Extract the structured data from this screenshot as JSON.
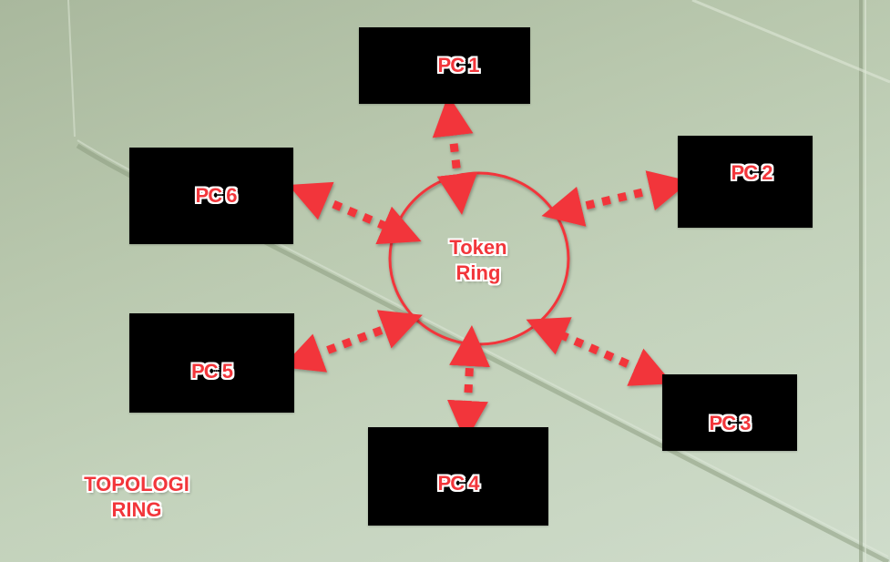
{
  "diagram": {
    "title_line1": "TOPOLOGI",
    "title_line2": "RING",
    "ring": {
      "label_line1": "Token",
      "label_line2": "Ring",
      "color": "#f2363b"
    },
    "nodes": [
      {
        "id": "pc1",
        "label": "PC 1"
      },
      {
        "id": "pc2",
        "label": "PC 2"
      },
      {
        "id": "pc3",
        "label": "PC 3"
      },
      {
        "id": "pc4",
        "label": "PC 4"
      },
      {
        "id": "pc5",
        "label": "PC 5"
      },
      {
        "id": "pc6",
        "label": "PC 6"
      }
    ],
    "connections": [
      {
        "from": "pc1",
        "to": "token-ring",
        "style": "dotted-bidirectional-arrow"
      },
      {
        "from": "pc2",
        "to": "token-ring",
        "style": "dotted-bidirectional-arrow"
      },
      {
        "from": "pc3",
        "to": "token-ring",
        "style": "dotted-bidirectional-arrow"
      },
      {
        "from": "pc4",
        "to": "token-ring",
        "style": "dotted-bidirectional-arrow"
      },
      {
        "from": "pc5",
        "to": "token-ring",
        "style": "dotted-bidirectional-arrow"
      },
      {
        "from": "pc6",
        "to": "token-ring",
        "style": "dotted-bidirectional-arrow"
      }
    ],
    "colors": {
      "node_fill": "#000000",
      "accent_red": "#f2363b",
      "text_outline": "#ffffff"
    }
  }
}
